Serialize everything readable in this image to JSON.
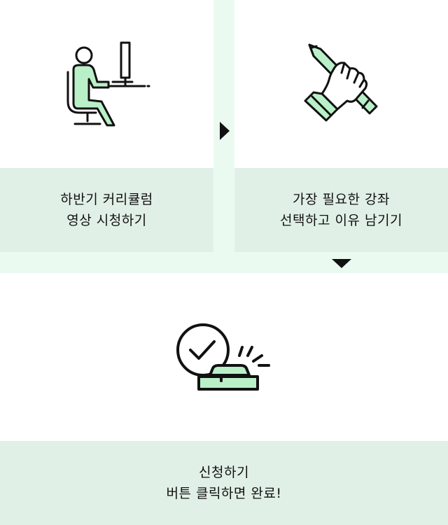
{
  "steps": [
    {
      "line1": "하반기 커리큘럼",
      "line2": "영상 시청하기",
      "icon": "person-at-computer-icon"
    },
    {
      "line1": "가장 필요한 강좌",
      "line2": "선택하고 이유 남기기",
      "icon": "hand-with-pencil-icon"
    },
    {
      "line1": "신청하기",
      "line2": "버튼 클릭하면 완료!",
      "icon": "check-button-press-icon"
    }
  ],
  "colors": {
    "background": "#eafaf0",
    "card": "#ffffff",
    "caption": "#e1f0e6",
    "accent": "#b9f0c8",
    "stroke": "#111111"
  }
}
